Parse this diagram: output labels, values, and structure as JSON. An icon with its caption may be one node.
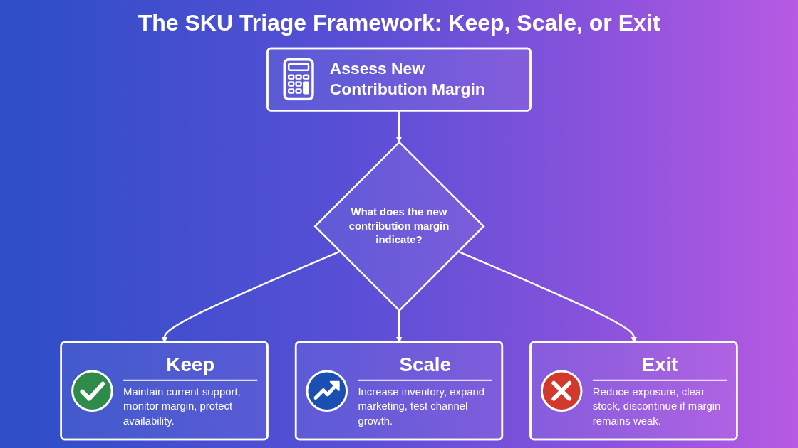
{
  "diagram": {
    "title": "The SKU Triage Framework: Keep, Scale, or Exit",
    "nodes": [
      {
        "text": [
          "Assess New Contribution Margin"
        ]
      },
      {
        "text": [
          "What does the new contribution margin indicate?"
        ]
      },
      {
        "text": [
          "Keep",
          "Maintain current support, monitor margin, protect availability."
        ]
      },
      {
        "text": [
          "Scale",
          "Increase inventory, expand marketing, test channel growth."
        ]
      },
      {
        "text": [
          "Exit",
          "Reduce exposure, clear stock, discontinue if margin remains weak."
        ]
      }
    ],
    "edges": [
      {
        "from": 0,
        "to": 1,
        "arrow": "to"
      },
      {
        "from": 1,
        "to": 2,
        "arrow": "to"
      },
      {
        "from": 1,
        "to": 3,
        "arrow": "to"
      },
      {
        "from": 1,
        "to": 4,
        "arrow": "to"
      }
    ]
  }
}
